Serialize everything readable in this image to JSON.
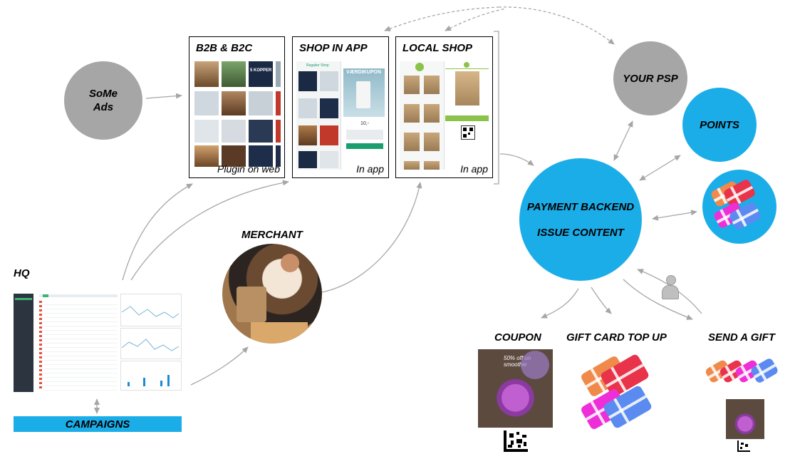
{
  "nodes": {
    "some_ads": "SoMe\nAds",
    "your_psp": "YOUR PSP",
    "points": "POINTS",
    "payment_backend": "PAYMENT BACKEND",
    "issue_content": "ISSUE CONTENT",
    "merchant": "MERCHANT",
    "hq": "HQ",
    "campaigns": "CAMPAIGNS"
  },
  "channels": [
    {
      "title": "B2B & B2C",
      "footer": "Plugin on web"
    },
    {
      "title": "SHOP IN APP",
      "footer": "In app"
    },
    {
      "title": "LOCAL SHOP",
      "footer": "In app"
    }
  ],
  "outputs": {
    "coupon": "COUPON",
    "gift_card_top_up": "GIFT CARD TOP UP",
    "send_a_gift": "SEND A GIFT"
  },
  "screens": {
    "shop_header": "Regalier Shop",
    "voucher_title": "VÆRDIKUPON",
    "voucher_price": "10,-",
    "coupon_image_text": "50% off on smoothie",
    "kopper_text": "5 KOPPER"
  },
  "colors": {
    "accent_blue": "#1bade8",
    "node_gray": "#a6a6a6",
    "gift_orange": "#f08a4b",
    "gift_red": "#e8334a",
    "gift_magenta": "#ee2fd8",
    "gift_blue": "#5b8bf0"
  }
}
